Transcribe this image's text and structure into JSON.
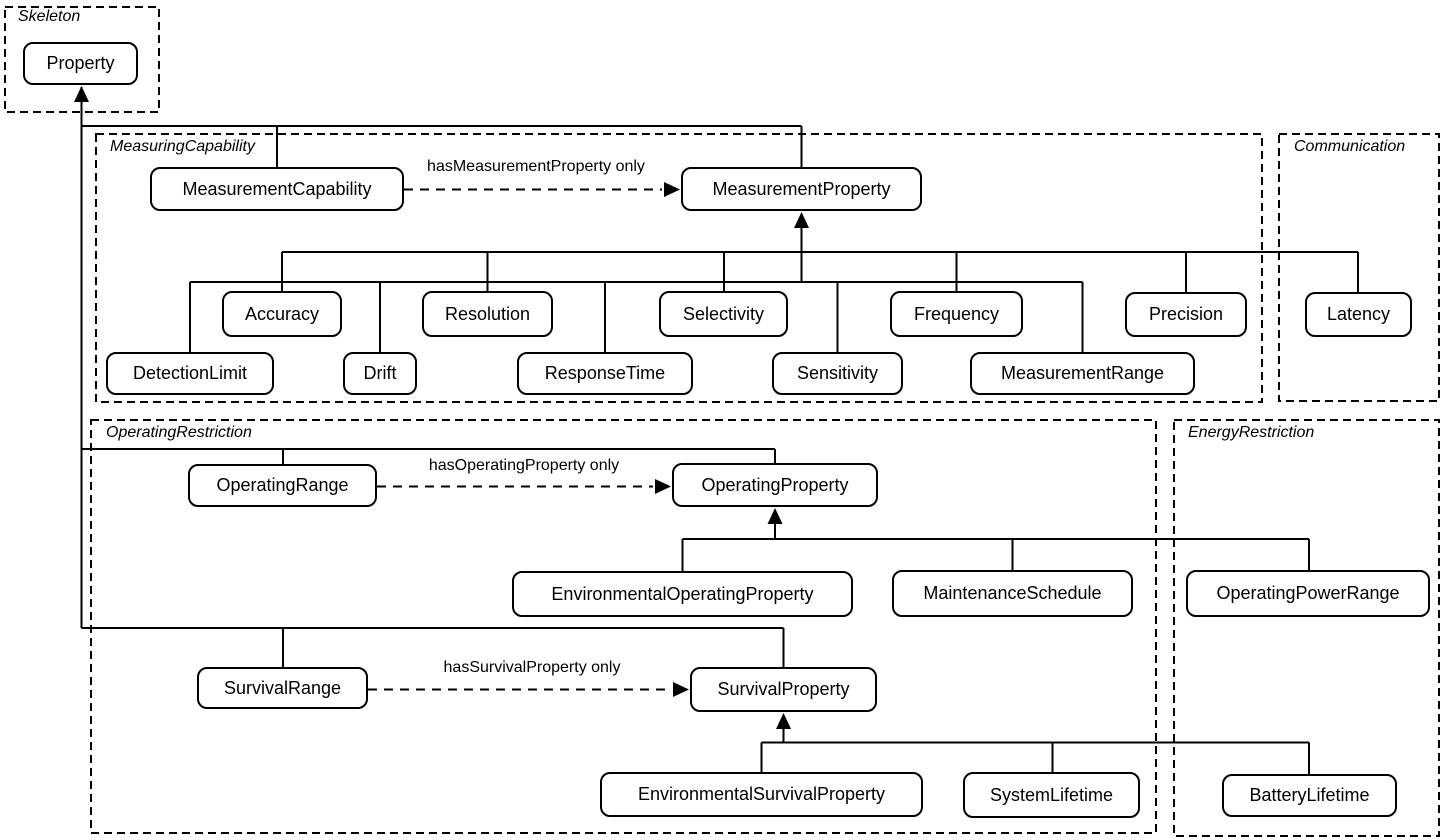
{
  "modules": {
    "skeleton": "Skeleton",
    "measuringCapability": "MeasuringCapability",
    "communication": "Communication",
    "operatingRestriction": "OperatingRestriction",
    "energyRestriction": "EnergyRestriction"
  },
  "nodes": {
    "property": "Property",
    "measurementCapability": "MeasurementCapability",
    "measurementProperty": "MeasurementProperty",
    "accuracy": "Accuracy",
    "detectionLimit": "DetectionLimit",
    "drift": "Drift",
    "resolution": "Resolution",
    "responseTime": "ResponseTime",
    "selectivity": "Selectivity",
    "sensitivity": "Sensitivity",
    "frequency": "Frequency",
    "measurementRange": "MeasurementRange",
    "precision": "Precision",
    "latency": "Latency",
    "operatingRange": "OperatingRange",
    "operatingProperty": "OperatingProperty",
    "environmentalOperatingProperty": "EnvironmentalOperatingProperty",
    "maintenanceSchedule": "MaintenanceSchedule",
    "operatingPowerRange": "OperatingPowerRange",
    "survivalRange": "SurvivalRange",
    "survivalProperty": "SurvivalProperty",
    "environmentalSurvivalProperty": "EnvironmentalSurvivalProperty",
    "systemLifetime": "SystemLifetime",
    "batteryLifetime": "BatteryLifetime"
  },
  "edge_labels": {
    "hasMeasurementProperty": "hasMeasurementProperty only",
    "hasOperatingProperty": "hasOperatingProperty only",
    "hasSurvivalProperty": "hasSurvivalProperty only"
  },
  "colors": {
    "line": "#000000",
    "background": "#ffffff",
    "box_fill": "#ffffff"
  }
}
